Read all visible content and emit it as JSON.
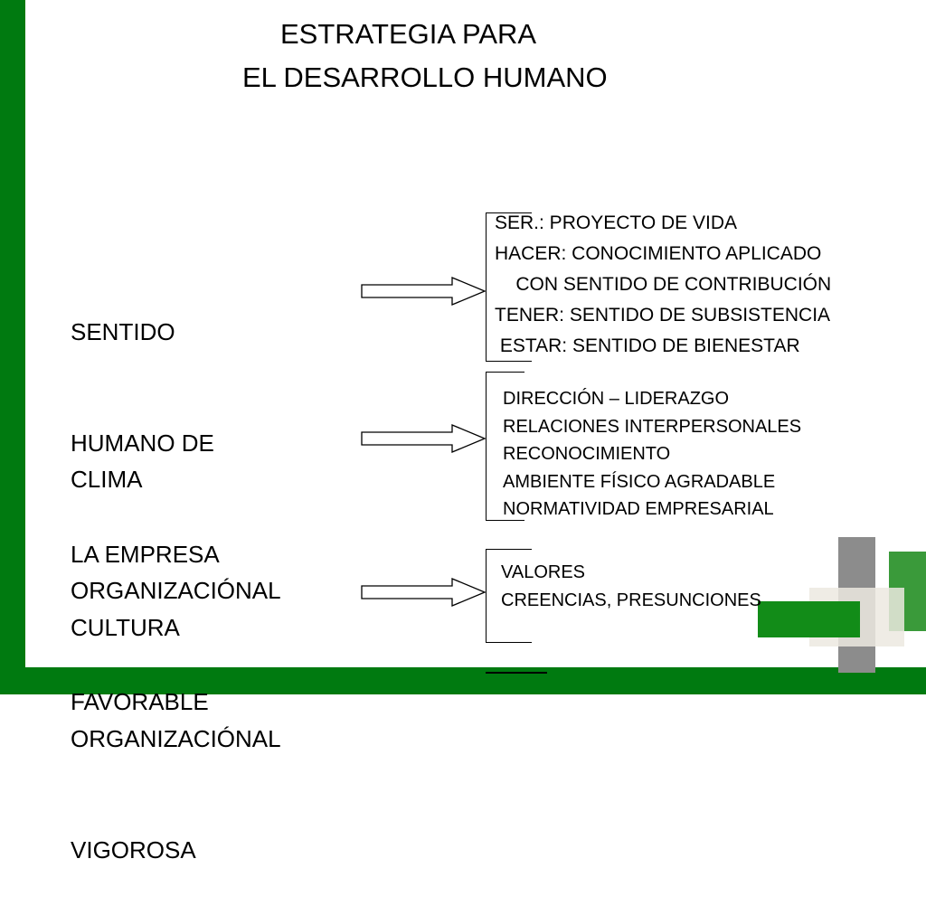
{
  "colors": {
    "brand_green": "#007a10",
    "light_green": "#3a9a3a",
    "gray": "#8c8c8c",
    "pale": "#ece9e0"
  },
  "slide": {
    "title_line1": "ESTRATEGIA PARA",
    "title_line2": "EL DESARROLLO HUMANO",
    "rows": [
      {
        "label": [
          "SENTIDO",
          "HUMANO DE",
          "LA EMPRESA"
        ],
        "items": [
          "SER.: PROYECTO DE VIDA",
          "HACER: CONOCIMIENTO APLICADO",
          "    CON SENTIDO DE CONTRIBUCIÓN",
          "TENER: SENTIDO DE SUBSISTENCIA",
          " ESTAR: SENTIDO DE BIENESTAR"
        ]
      },
      {
        "label": [
          "CLIMA",
          "ORGANIZACIÓNAL",
          "FAVORABLE"
        ],
        "items": [
          "DIRECCIÓN – LIDERAZGO",
          "RELACIONES INTERPERSONALES",
          "RECONOCIMIENTO",
          "AMBIENTE FÍSICO AGRADABLE",
          "NORMATIVIDAD EMPRESARIAL"
        ]
      },
      {
        "label": [
          "CULTURA",
          "ORGANIZACIÓNAL",
          "VIGOROSA"
        ],
        "items": [
          "VALORES",
          "CREENCIAS, PRESUNCIONES"
        ]
      }
    ]
  }
}
